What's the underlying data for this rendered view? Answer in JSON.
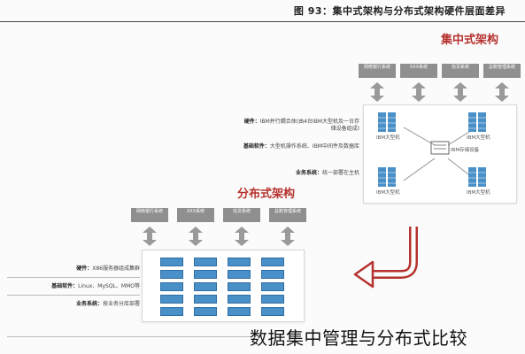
{
  "figure_title": "图 93：集中式架构与分布式架构硬件层面差异",
  "centralized": {
    "title": "集中式架构",
    "systems": [
      "网络银行系统",
      "XXX系统",
      "信贷系统",
      "总账管理系统"
    ],
    "nodes": [
      "IBM大型机",
      "IBM大型机",
      "IBM大型机",
      "IBM大型机"
    ],
    "hub": "IBM存储设备",
    "annotations": [
      {
        "key": "硬件：",
        "value": "IBM并行耦合体(由4台IBM大型机及一台存储设备组成)"
      },
      {
        "key": "基础软件：",
        "value": "大型机操作系统、IBM中间件及数据库"
      },
      {
        "key": "业务系统：",
        "value": "统一部署在主机"
      }
    ]
  },
  "distributed": {
    "title": "分布式架构",
    "systems": [
      "网络银行系统",
      "XXX系统",
      "信贷系统",
      "总账管理系统"
    ],
    "annotations": [
      {
        "key": "硬件：",
        "value": "X86服务器组成集群"
      },
      {
        "key": "基础软件：",
        "value": "Linux、MySQL、MMO等"
      },
      {
        "key": "业务系统：",
        "value": "按业务分库部署"
      }
    ]
  },
  "caption": "数据集中管理与分布式比较",
  "colors": {
    "accent": "#b5322e",
    "rack": "#4a90c8",
    "system_box": "#8f8f8f"
  }
}
